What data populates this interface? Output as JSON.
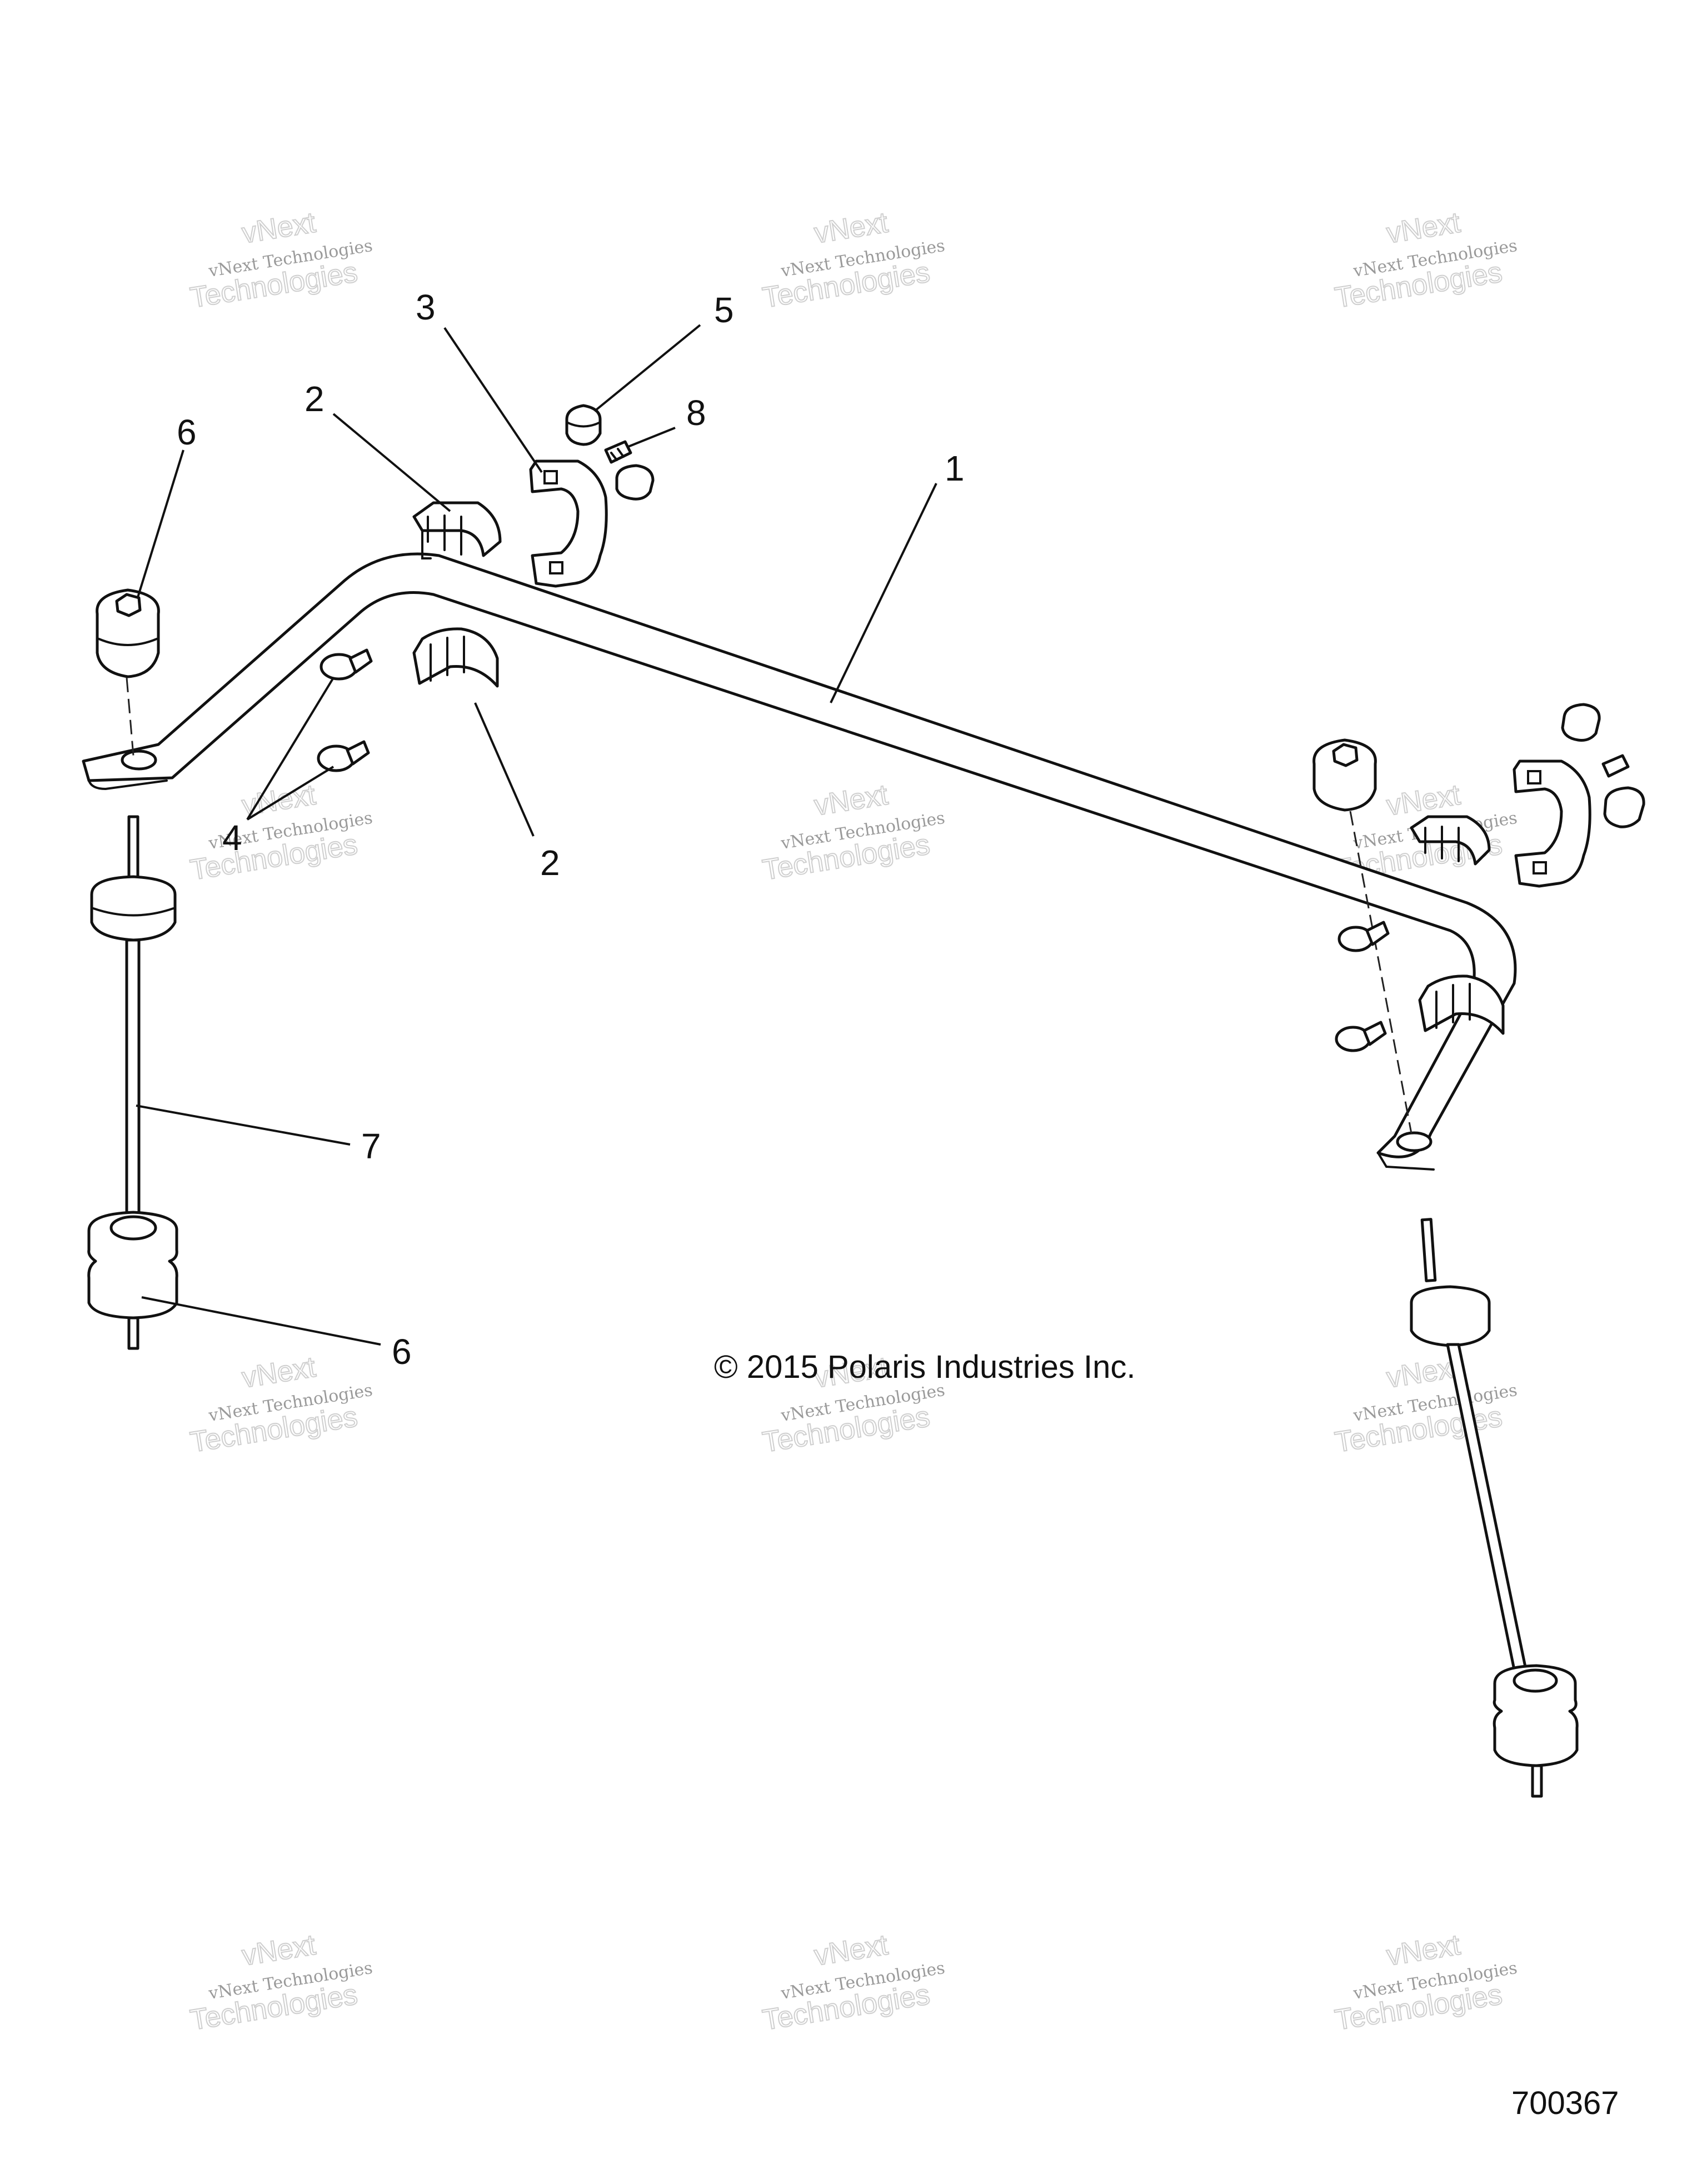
{
  "callouts": [
    {
      "id": "c1",
      "label": "1"
    },
    {
      "id": "c2a",
      "label": "2"
    },
    {
      "id": "c2b",
      "label": "2"
    },
    {
      "id": "c3",
      "label": "3"
    },
    {
      "id": "c4",
      "label": "4"
    },
    {
      "id": "c5",
      "label": "5"
    },
    {
      "id": "c6a",
      "label": "6"
    },
    {
      "id": "c6b",
      "label": "6"
    },
    {
      "id": "c7",
      "label": "7"
    },
    {
      "id": "c8",
      "label": "8"
    }
  ],
  "copyright": "© 2015 Polaris Industries Inc.",
  "drawing_number": "700367",
  "watermark": {
    "line1": "vNext",
    "line2": "vNext Technologies",
    "line3": "Technologies"
  }
}
